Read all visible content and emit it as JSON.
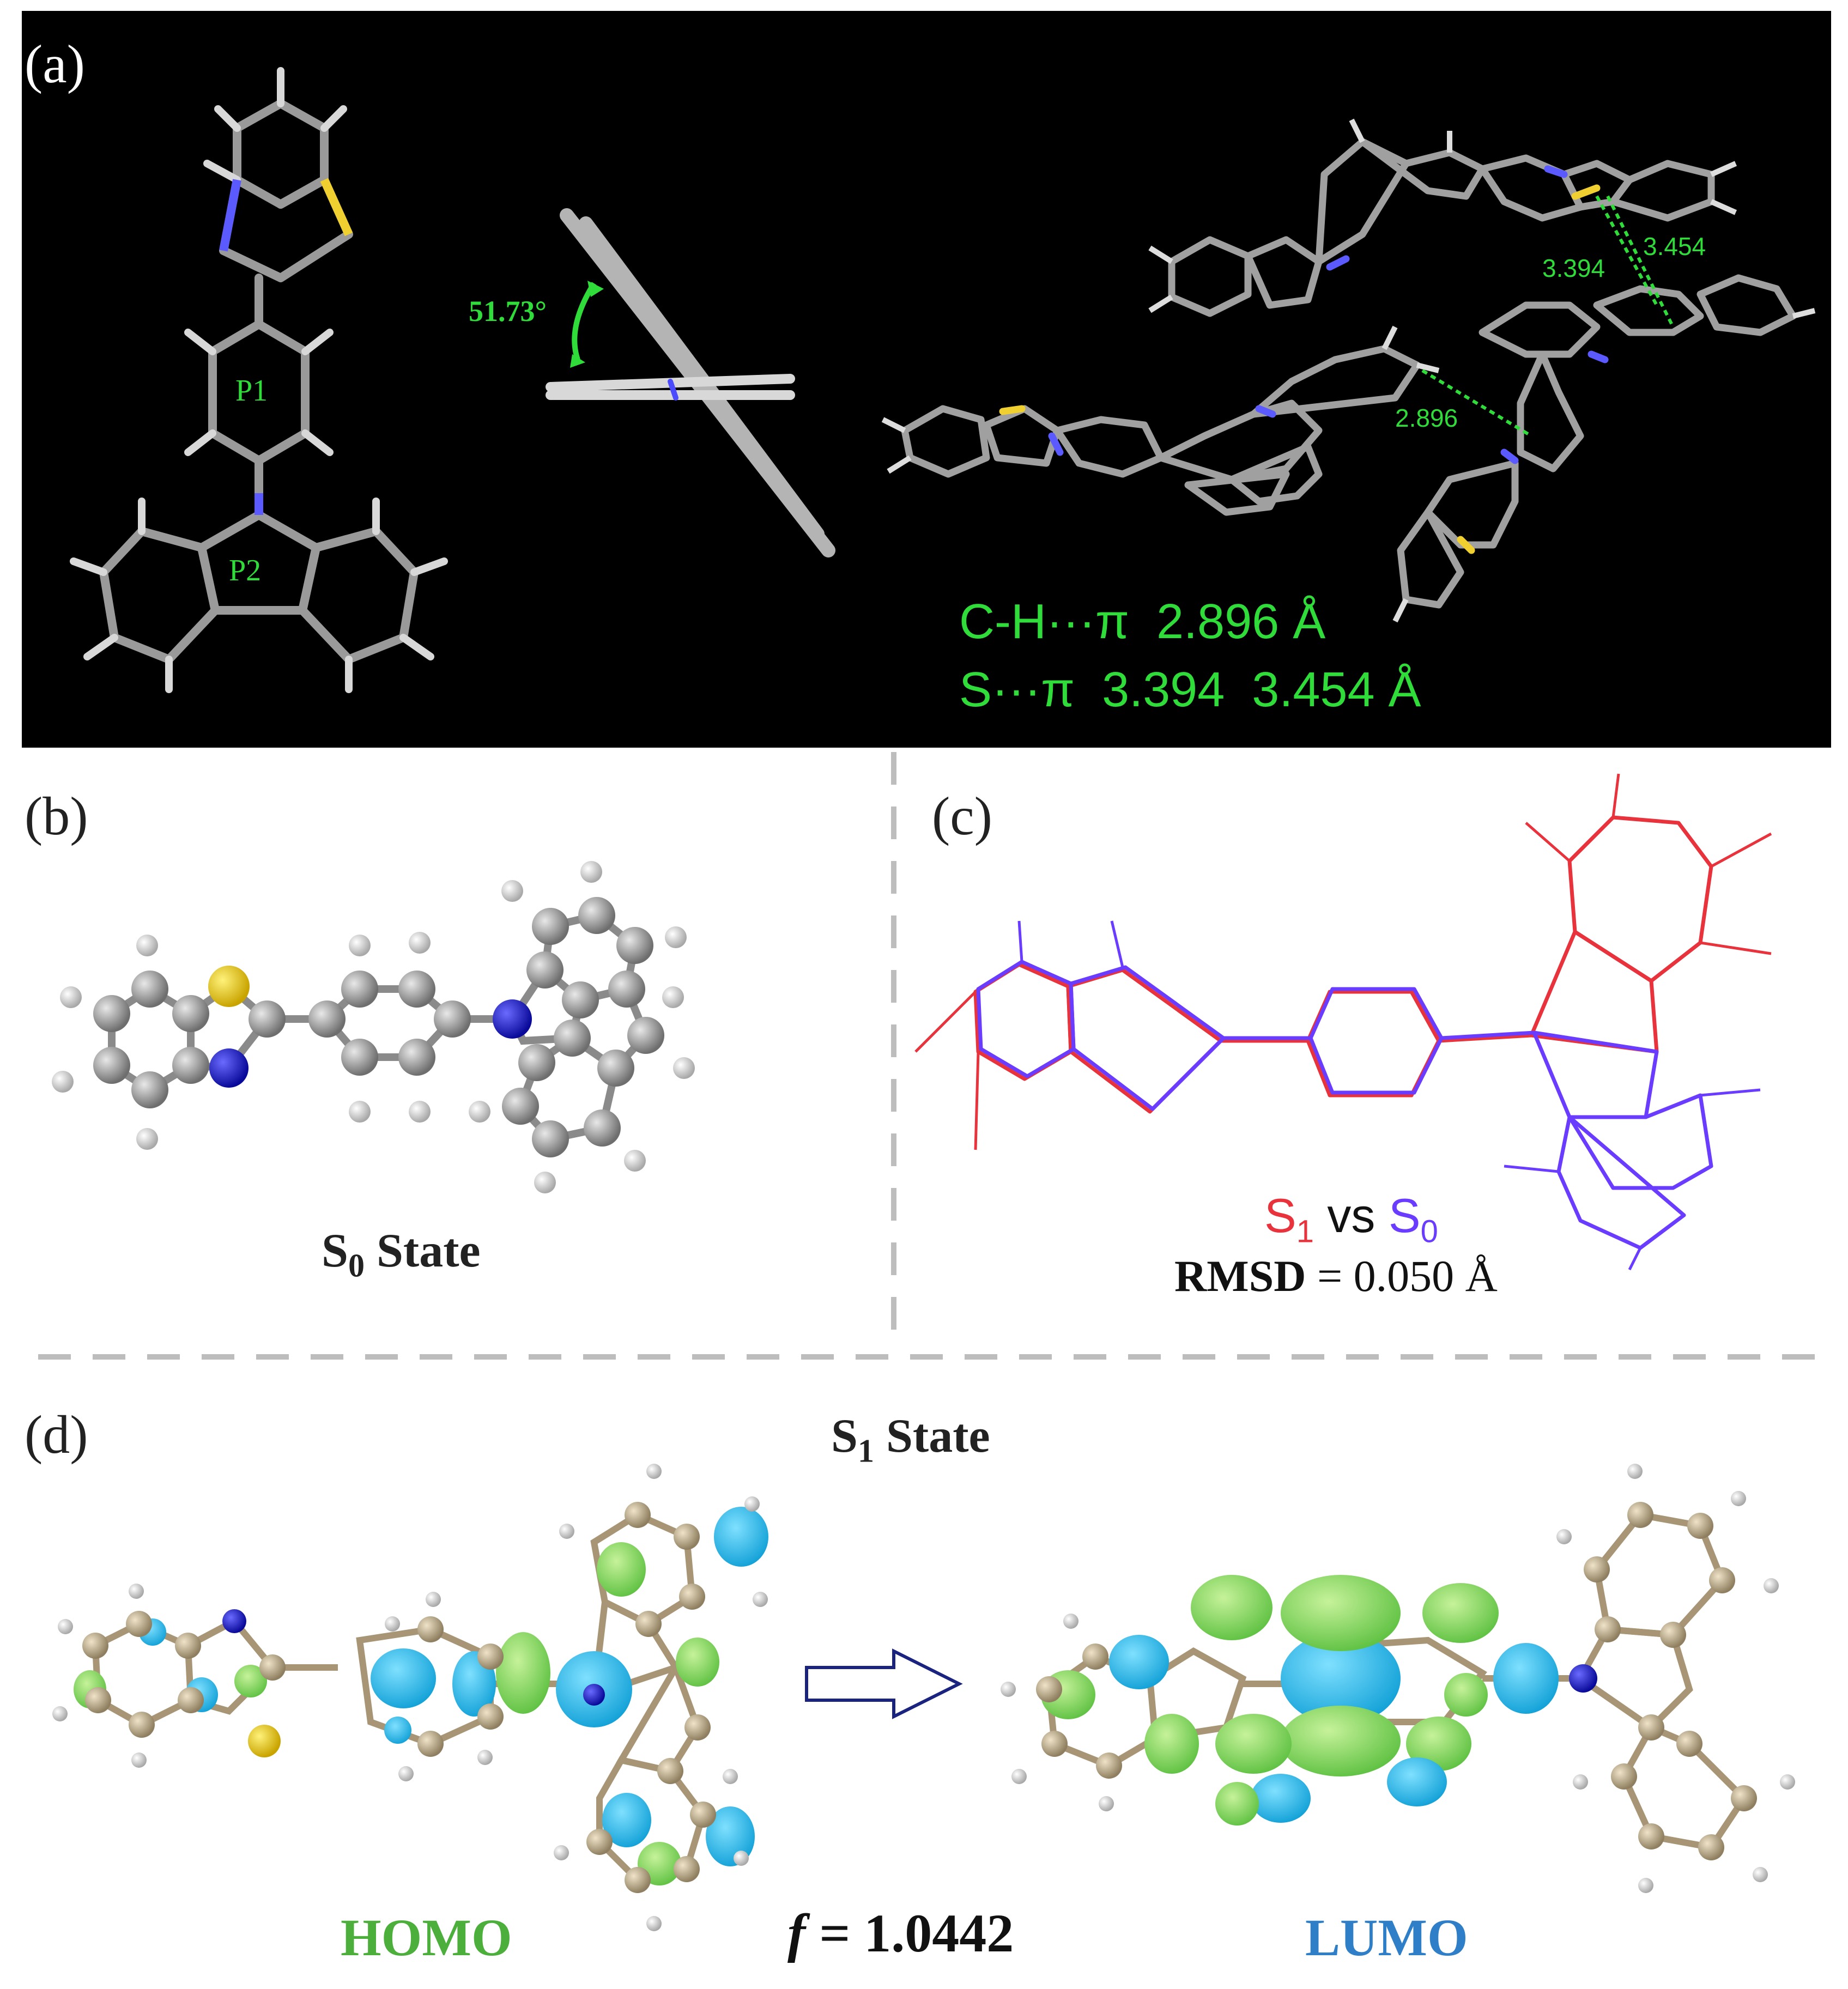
{
  "panel_a": {
    "label": "(a)",
    "ring_label_p1": "P1",
    "ring_label_p2": "P2",
    "dihedral": "51.73°",
    "dist_1": "3.394",
    "dist_2": "3.454",
    "dist_3": "2.896",
    "line1_name": "C-H···π",
    "line1_value": "2.896 Å",
    "line2_name": "S···π",
    "line2_value": "3.394  3.454 Å"
  },
  "panel_b": {
    "label": "(b)",
    "state": "S",
    "state_sub": "0",
    "state_word": "State"
  },
  "panel_c": {
    "label": "(c)",
    "s1": "S",
    "s1_sub": "1",
    "vs": "vs",
    "s0": "S",
    "s0_sub": "0",
    "rmsd_label": "RMSD",
    "rmsd_value": "= 0.050 Å",
    "s1_color": "#e8323c",
    "s0_color": "#6a3cff"
  },
  "panel_d": {
    "label": "(d)",
    "state": "S",
    "state_sub": "1",
    "state_word": "State",
    "homo": "HOMO",
    "lumo": "LUMO",
    "f_symbol": "f",
    "f_value": "= 1.0442",
    "homo_color": "#4caf3c",
    "lumo_color": "#2f7fc8"
  },
  "colors": {
    "measure_green": "#2fdc3a",
    "orbital_blue": "#1cb6e6",
    "orbital_green": "#7ed957",
    "carbon_gray": "#8c8c8c",
    "nitrogen": "#1a1acc",
    "sulfur": "#f0d030"
  }
}
